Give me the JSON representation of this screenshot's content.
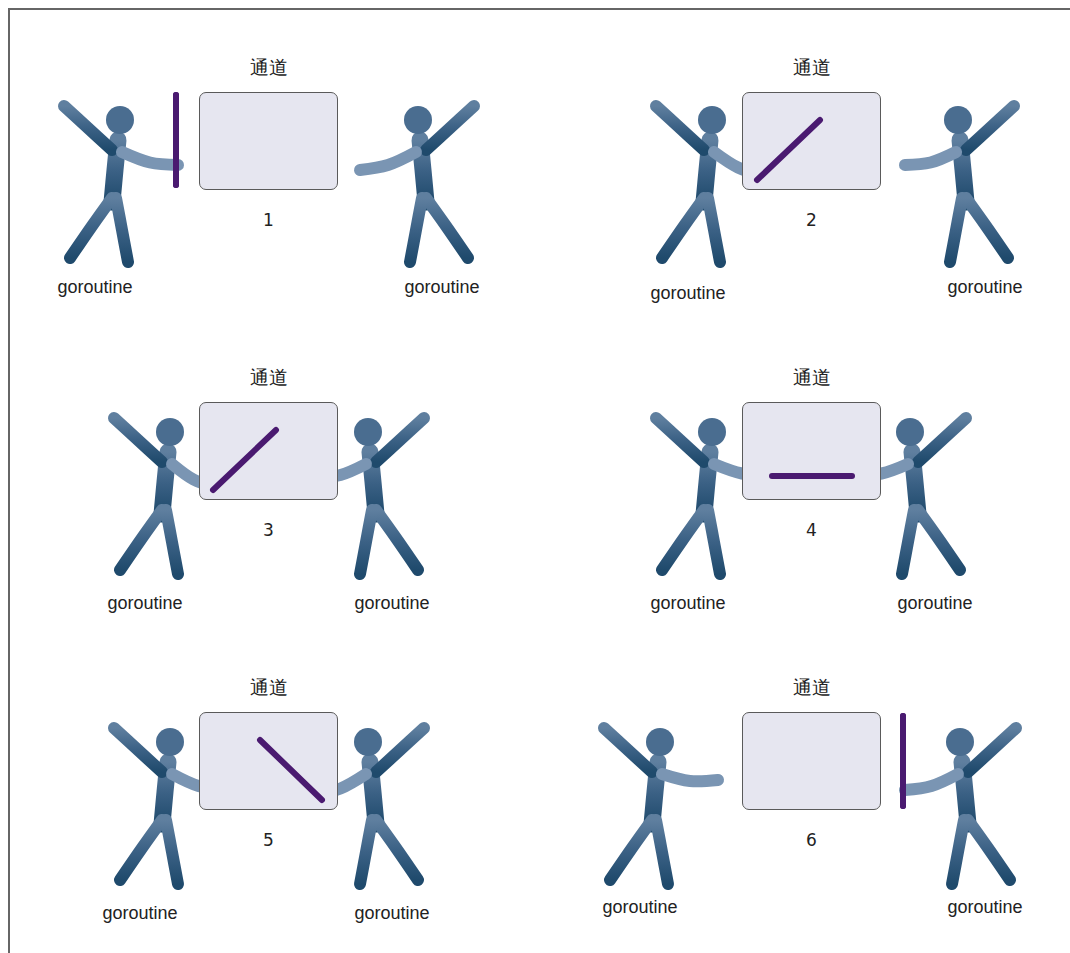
{
  "diagram": {
    "nodes": [
      {
        "text": [
          "通道",
          "1"
        ]
      },
      {
        "text": [
          "通道",
          "2"
        ]
      },
      {
        "text": [
          "通道",
          "3"
        ]
      },
      {
        "text": [
          "通道",
          "4"
        ]
      },
      {
        "text": [
          "通道",
          "5"
        ]
      },
      {
        "text": [
          "通道",
          "6"
        ]
      }
    ],
    "labels": [
      "goroutine",
      "goroutine",
      "goroutine",
      "goroutine",
      "goroutine",
      "goroutine",
      "goroutine",
      "goroutine",
      "goroutine",
      "goroutine",
      "goroutine",
      "goroutine"
    ]
  }
}
